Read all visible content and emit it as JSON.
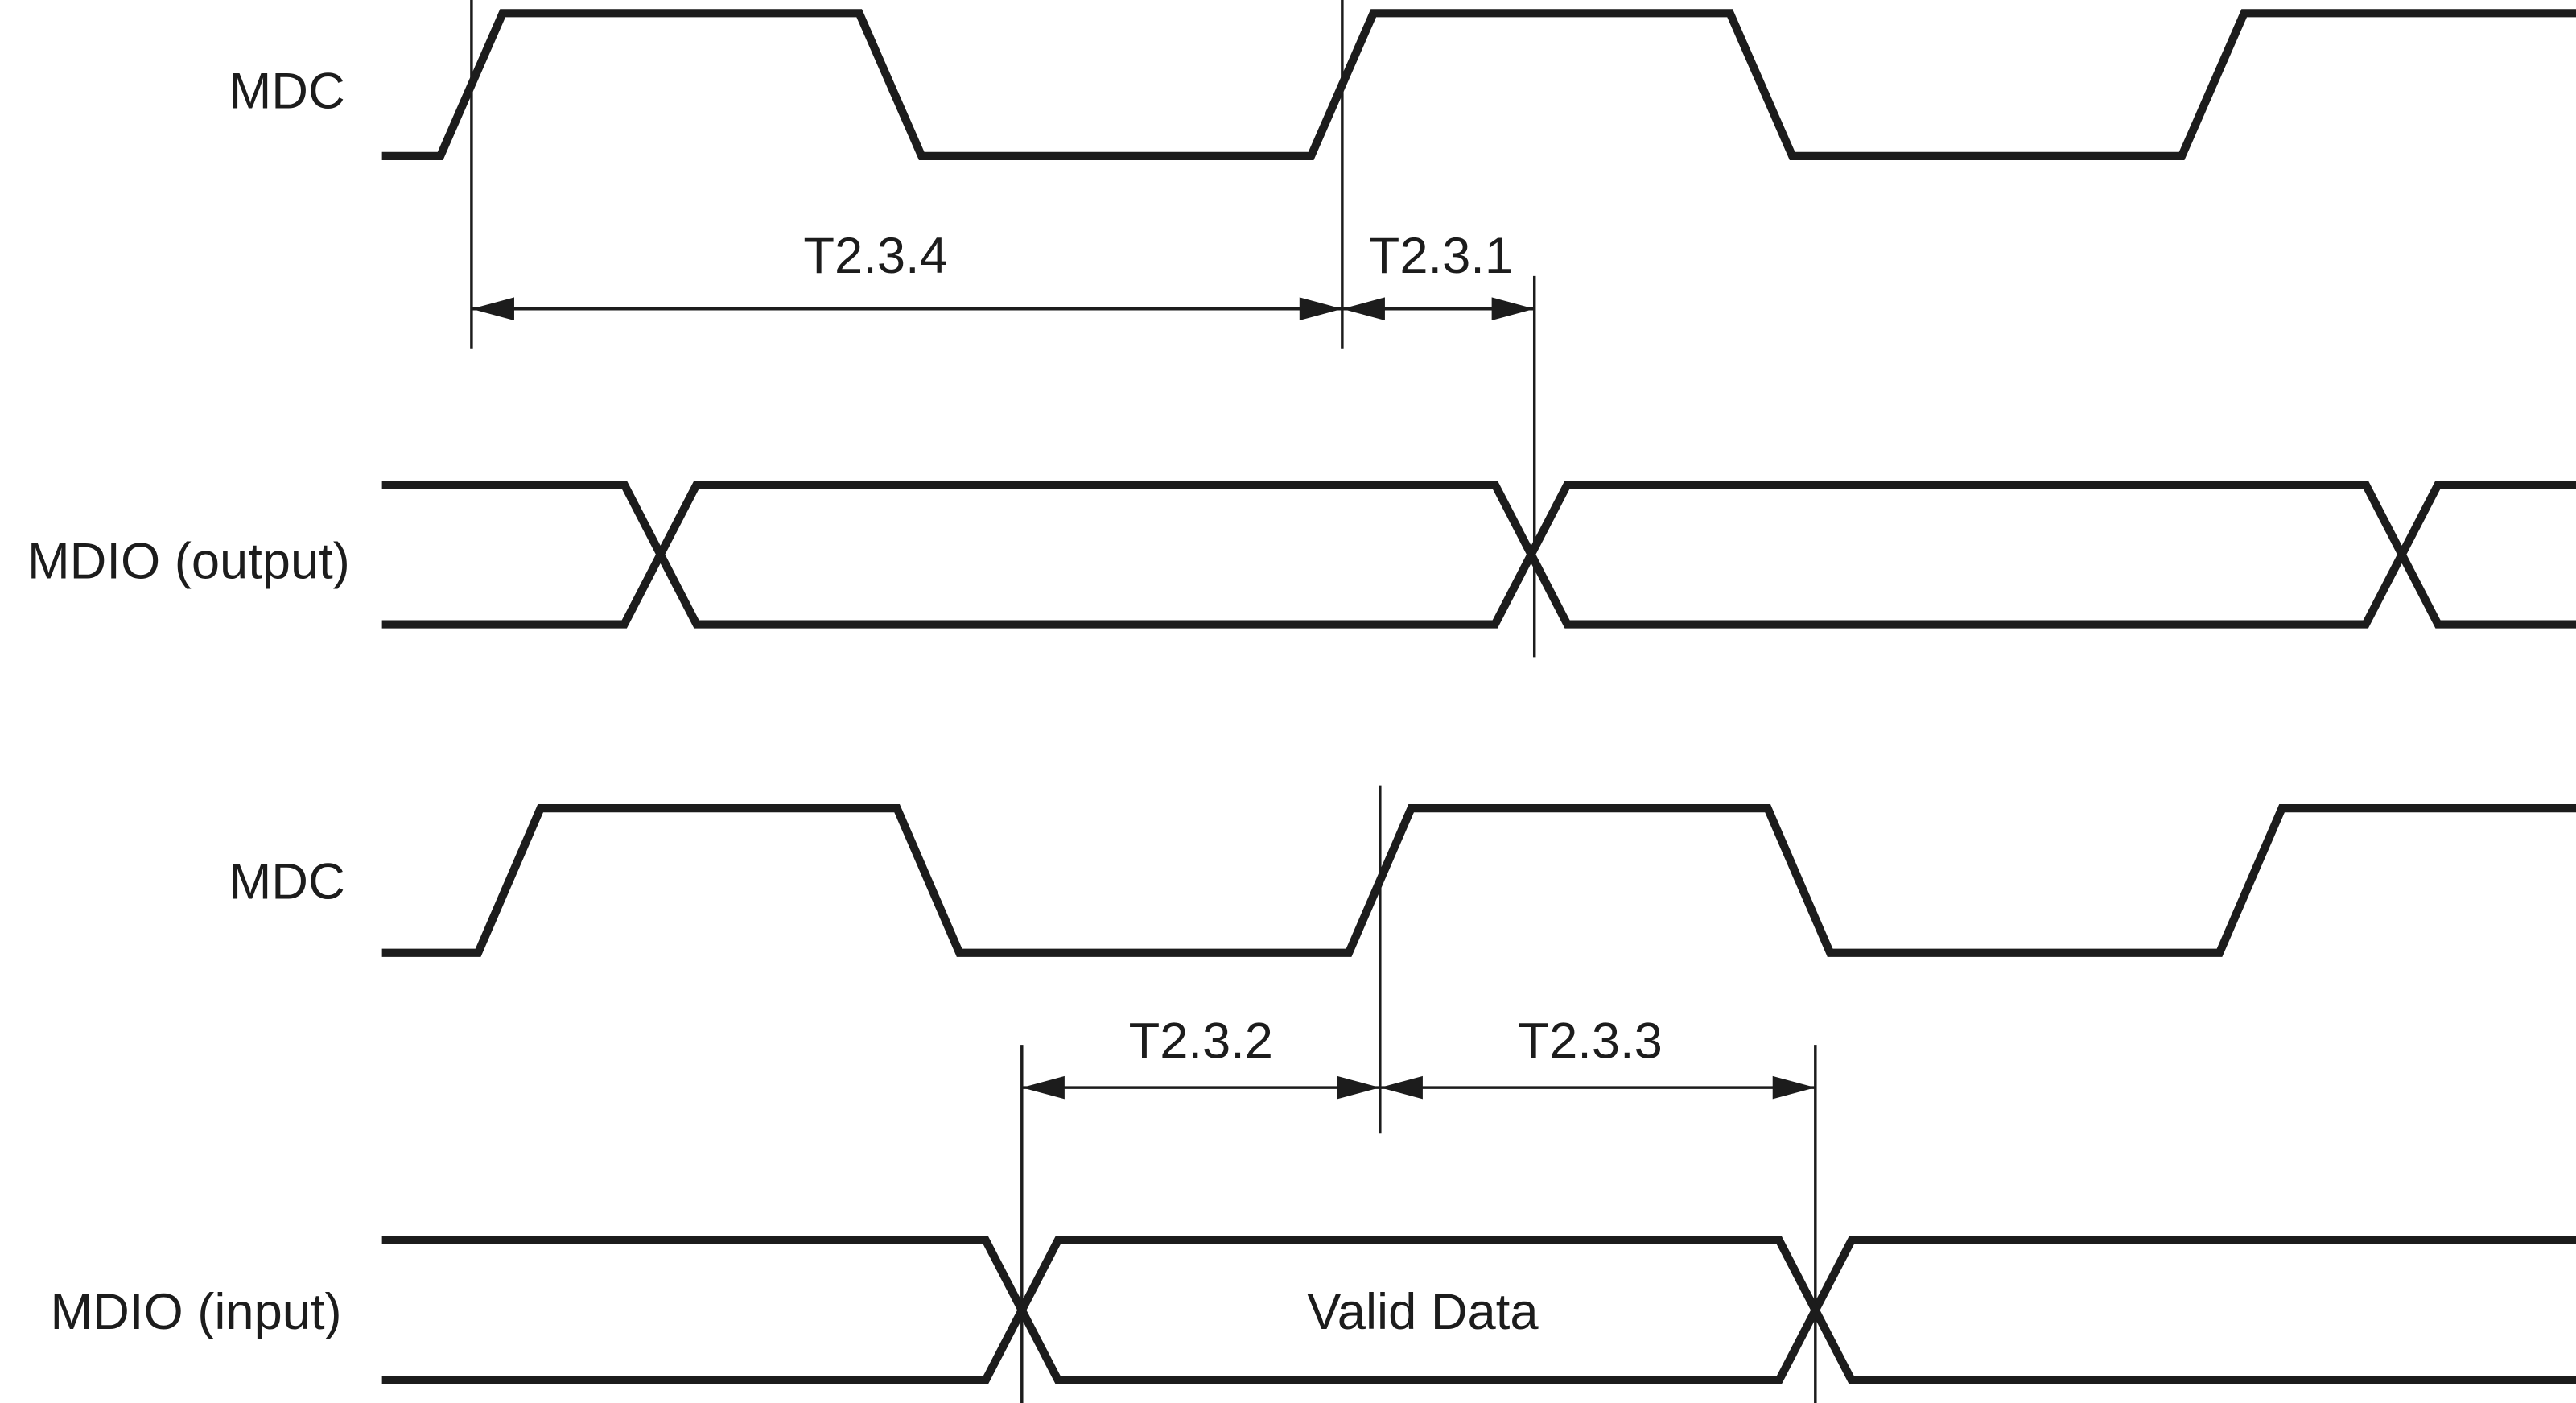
{
  "colors": {
    "line": "#1c1c1c",
    "background": "#ffffff"
  },
  "output_timing": {
    "clock_label": "MDC",
    "bus_label": "MDIO (output)",
    "t234": "T2.3.4",
    "t231": "T2.3.1"
  },
  "input_timing": {
    "clock_label": "MDC",
    "bus_label": "MDIO (input)",
    "t232": "T2.3.2",
    "t233": "T2.3.3",
    "bus_value": "Valid Data"
  }
}
